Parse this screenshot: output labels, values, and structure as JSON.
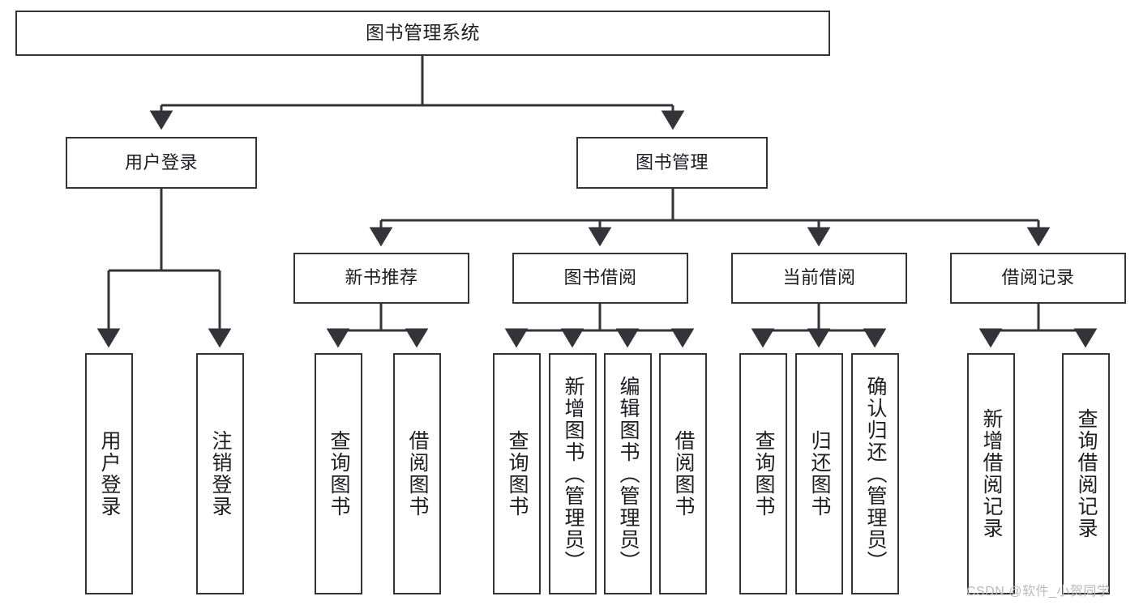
{
  "diagram": {
    "title": "图书管理系统",
    "type": "tree-hierarchy-functional-structure",
    "stroke_color": "#33333a",
    "text_color": "#1d1d22",
    "background": "#ffffff"
  },
  "root": {
    "label": "图书管理系统"
  },
  "level2": [
    {
      "label": "用户登录"
    },
    {
      "label": "图书管理"
    }
  ],
  "level3": [
    {
      "label": "新书推荐"
    },
    {
      "label": "图书借阅"
    },
    {
      "label": "当前借阅"
    },
    {
      "label": "借阅记录"
    }
  ],
  "leaves": {
    "user_login": [
      {
        "label": "用户登录"
      },
      {
        "label": "注销登录"
      }
    ],
    "new_book_recommend": [
      {
        "label": "查询图书"
      },
      {
        "label": "借阅图书"
      }
    ],
    "book_borrow": [
      {
        "label": "查询图书"
      },
      {
        "label": "新增图书（管理员）"
      },
      {
        "label": "编辑图书（管理员）"
      },
      {
        "label": "借阅图书"
      }
    ],
    "current_borrow": [
      {
        "label": "查询图书"
      },
      {
        "label": "归还图书"
      },
      {
        "label": "确认归还（管理员）"
      }
    ],
    "borrow_record": [
      {
        "label": "新增借阅记录"
      },
      {
        "label": "查询借阅记录"
      }
    ]
  },
  "watermark": {
    "text": "CSDN @软件_小贺同学"
  }
}
